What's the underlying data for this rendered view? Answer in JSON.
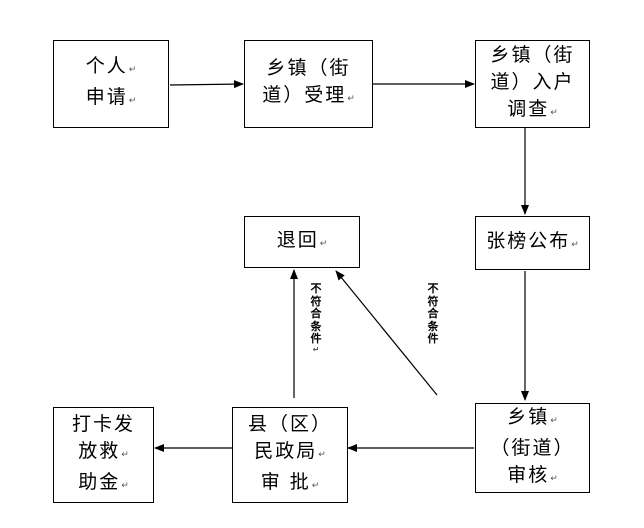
{
  "nodes": {
    "apply": {
      "lines": [
        "个人",
        "申请"
      ]
    },
    "accept": {
      "lines": [
        "乡镇（街",
        "道）受理"
      ]
    },
    "survey": {
      "lines": [
        "乡镇（街",
        "道）入户",
        "调查"
      ]
    },
    "publish": {
      "lines": [
        "张榜公布"
      ]
    },
    "review": {
      "lines": [
        "乡镇",
        "（街道）",
        "审核"
      ]
    },
    "approve": {
      "lines": [
        "县（区）",
        "民政局",
        "审 批"
      ]
    },
    "payout": {
      "lines": [
        "打卡发",
        "放救",
        "助金"
      ]
    },
    "reject": {
      "lines": [
        "退回"
      ]
    }
  },
  "edges": {
    "review_to_reject": {
      "label": "不符合条件"
    },
    "approve_to_reject": {
      "label": "不符合条件"
    }
  },
  "colors": {
    "stroke": "#000000",
    "background": "#ffffff"
  },
  "paragraph_mark": "↵"
}
